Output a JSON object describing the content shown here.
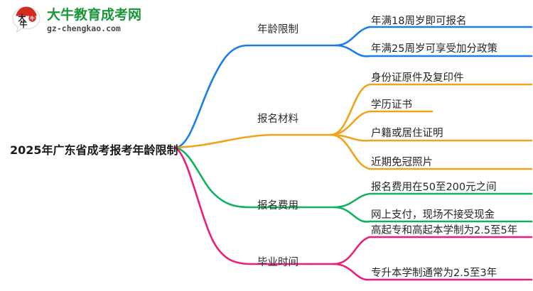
{
  "logo": {
    "name": "daniu-education-logo",
    "title": "大牛教育成考网",
    "domain": "gz-chengkao.com",
    "mark_text": "大牛",
    "colors": {
      "title": "#1a9639",
      "domain": "#4a4a4a",
      "mark_red": "#d32a21"
    }
  },
  "mindmap": {
    "root": {
      "label": "2025年广东省成考报考年龄限制"
    },
    "branches": [
      {
        "label": "年龄限制",
        "color": "#1a7ee8",
        "children": [
          {
            "label": "年满18周岁即可报名"
          },
          {
            "label": "年满25周岁可享受加分政策"
          }
        ]
      },
      {
        "label": "报名材料",
        "color": "#f0a41b",
        "children": [
          {
            "label": "身份证原件及复印件"
          },
          {
            "label": "学历证书"
          },
          {
            "label": "户籍或居住证明"
          },
          {
            "label": "近期免冠照片"
          }
        ]
      },
      {
        "label": "报名费用",
        "color": "#12b15e",
        "children": [
          {
            "label": "报名费用在50至200元之间"
          },
          {
            "label": "网上支付，现场不接受现金"
          }
        ]
      },
      {
        "label": "毕业时间",
        "color": "#ed1e79",
        "children": [
          {
            "label": "高起专和高起本学制为2.5至5年"
          },
          {
            "label": "专升本学制通常为2.5至3年"
          }
        ]
      }
    ]
  }
}
